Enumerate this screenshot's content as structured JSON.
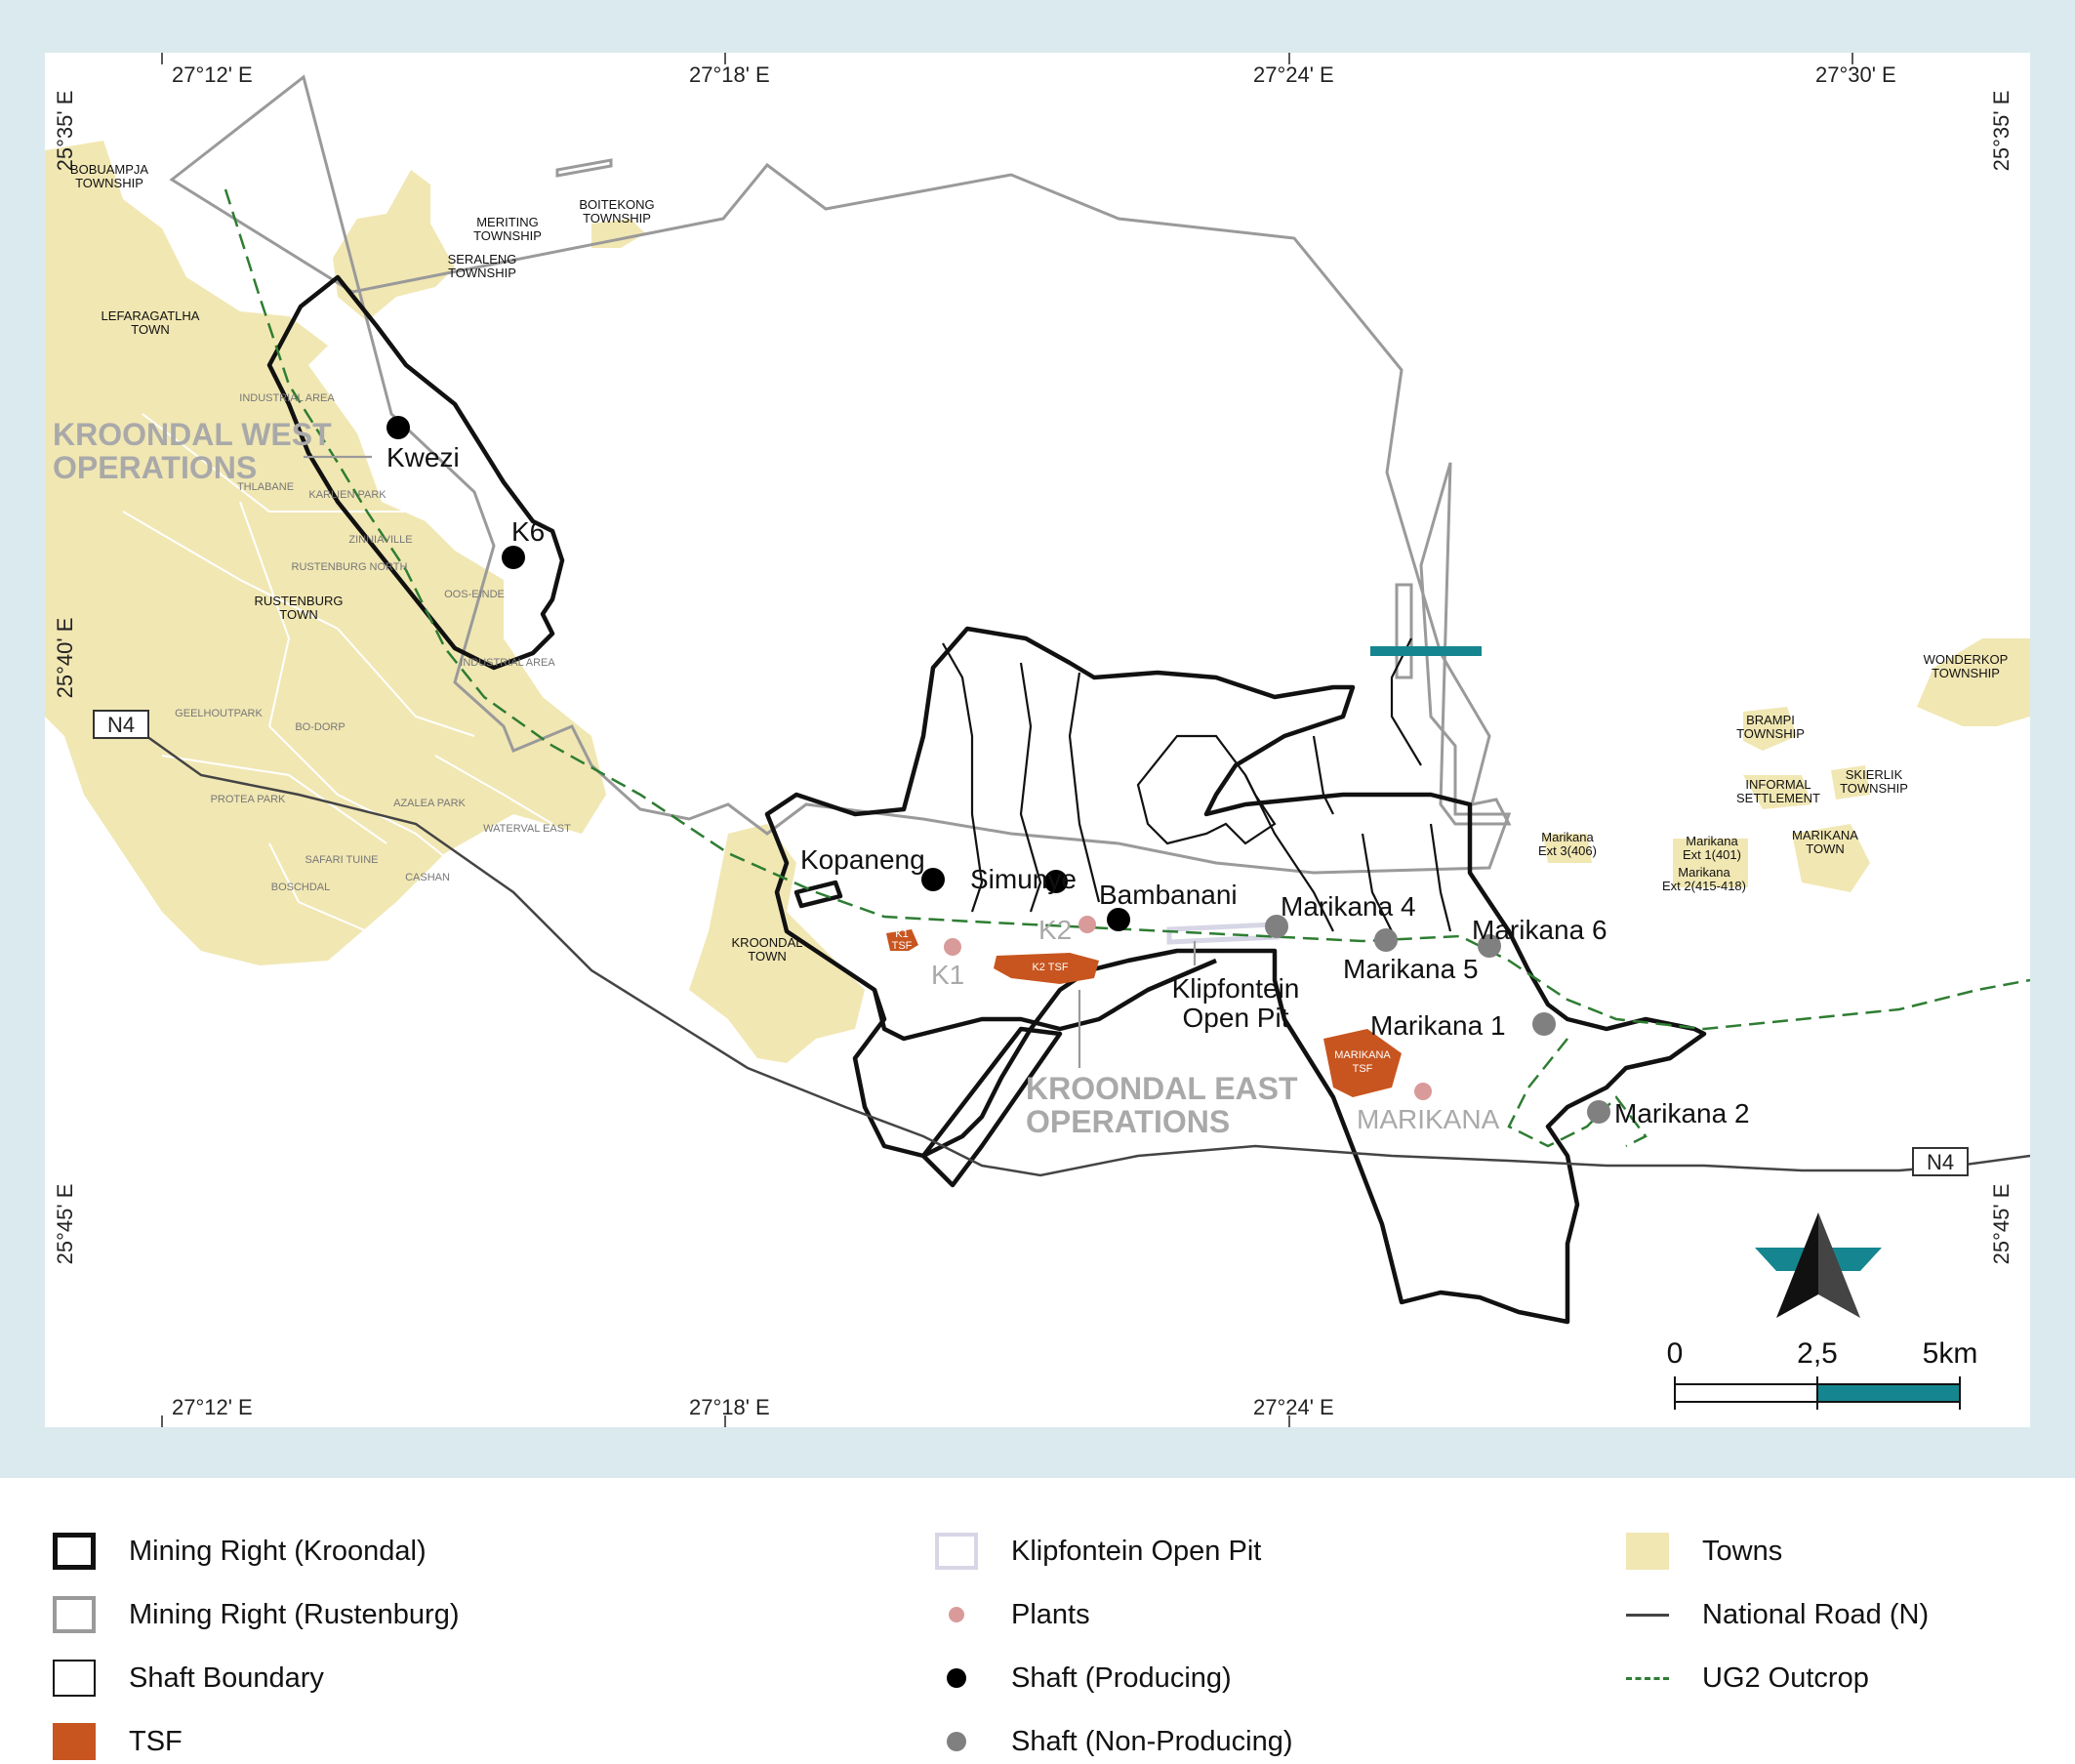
{
  "colors": {
    "background": "#dbeaee",
    "map": "#ffffff",
    "town": "#f1e7b3",
    "tsf": "#c8551f",
    "plant": "#d99a9a",
    "shaft_producing": "#000000",
    "shaft_non_producing": "#808080",
    "rustenburg_boundary": "#9a9a9a",
    "kroondal_boundary": "#000000",
    "ug2": "#2e7d32",
    "north_arrow_accent": "#15868f",
    "scale_bar_accent": "#15868f"
  },
  "coordinates": {
    "top": [
      "27°12' E",
      "27°18' E",
      "27°24' E",
      "27°30' E"
    ],
    "bottom": [
      "27°12' E",
      "27°18' E",
      "27°24' E"
    ],
    "left": [
      "25°35' E",
      "25°40' E",
      "25°45' E"
    ],
    "right": [
      "25°35' E",
      "25°45' E"
    ]
  },
  "operations": {
    "west": [
      "KROONDAL WEST",
      "OPERATIONS"
    ],
    "east": [
      "KROONDAL EAST",
      "OPERATIONS"
    ]
  },
  "roads": {
    "n4_left": "N4",
    "n4_right": "N4"
  },
  "shafts": {
    "kwezi": "Kwezi",
    "k6": "K6",
    "kopaneng": "Kopaneng",
    "simunye": "Simunye",
    "bambanani": "Bambanani",
    "marikana4": "Marikana 4",
    "marikana5": "Marikana 5",
    "marikana6": "Marikana 6",
    "marikana1": "Marikana 1",
    "marikana2": "Marikana 2"
  },
  "plants": {
    "k1": "K1",
    "k2": "K2",
    "marikana": "MARIKANA"
  },
  "tsf": {
    "k1": [
      "K1",
      "TSF"
    ],
    "k2": "K2 TSF",
    "marikana": [
      "MARIKANA",
      "TSF"
    ]
  },
  "pit": [
    "Klipfontein",
    "Open Pit"
  ],
  "towns": {
    "bobuampja": [
      "BOBUAMPJA",
      "TOWNSHIP"
    ],
    "lefaragatlha": [
      "LEFARAGATLHA",
      "TOWN"
    ],
    "meriting": [
      "MERITING",
      "TOWNSHIP"
    ],
    "seraleng": [
      "SERALENG",
      "TOWNSHIP"
    ],
    "boitekong": [
      "BOITEKONG",
      "TOWNSHIP"
    ],
    "rustenburg": [
      "RUSTENBURG",
      "TOWN"
    ],
    "kroondal": [
      "KROONDAL",
      "TOWN"
    ],
    "wonderkop": [
      "WONDERKOP",
      "TOWNSHIP"
    ],
    "brampi": [
      "BRAMPI",
      "TOWNSHIP"
    ],
    "informal": [
      "INFORMAL",
      "SETTLEMENT"
    ],
    "skierlik": [
      "SKIERLIK",
      "TOWNSHIP"
    ],
    "marikana_town": [
      "MARIKANA",
      "TOWN"
    ],
    "ext3": [
      "Marikana",
      "Ext 3(406)"
    ],
    "ext1": [
      "Marikana",
      "Ext 1(401)"
    ],
    "ext2": [
      "Marikana",
      "Ext 2(415-418)"
    ]
  },
  "suburbs": {
    "industrial_area_1": "INDUSTRIAL AREA",
    "thlabane": "THLABANE",
    "karlien_park": "KARLIEN PARK",
    "zinniaville": "ZINNIAVILLE",
    "rustenburg_north": "RUSTENBURG NORTH",
    "oos_einde": "OOS-EINDE",
    "industrial_area_2": "INDUSTRIAL AREA",
    "geelhoutpark": "GEELHOUTPARK",
    "bo_dorp": "BO-DORP",
    "protea_park": "PROTEA PARK",
    "azalea_park": "AZALEA PARK",
    "waterval_east": "WATERVAL EAST",
    "safari_tuine": "SAFARI TUINE",
    "cashan": "CASHAN",
    "boschdal": "BOSCHDAL"
  },
  "north_arrow": {
    "label": "TN"
  },
  "scale": {
    "labels": [
      "0",
      "2,5",
      "5km"
    ]
  },
  "legend": {
    "kroondal": "Mining Right (Kroondal)",
    "rustenburg": "Mining Right (Rustenburg)",
    "shaft_boundary": "Shaft Boundary",
    "tsf": "TSF",
    "klipfontein": "Klipfontein Open Pit",
    "plants": "Plants",
    "shaft_producing": "Shaft (Producing)",
    "shaft_non_producing": "Shaft (Non-Producing)",
    "towns": "Towns",
    "national_road": "National Road (N)",
    "ug2": "UG2 Outcrop"
  }
}
